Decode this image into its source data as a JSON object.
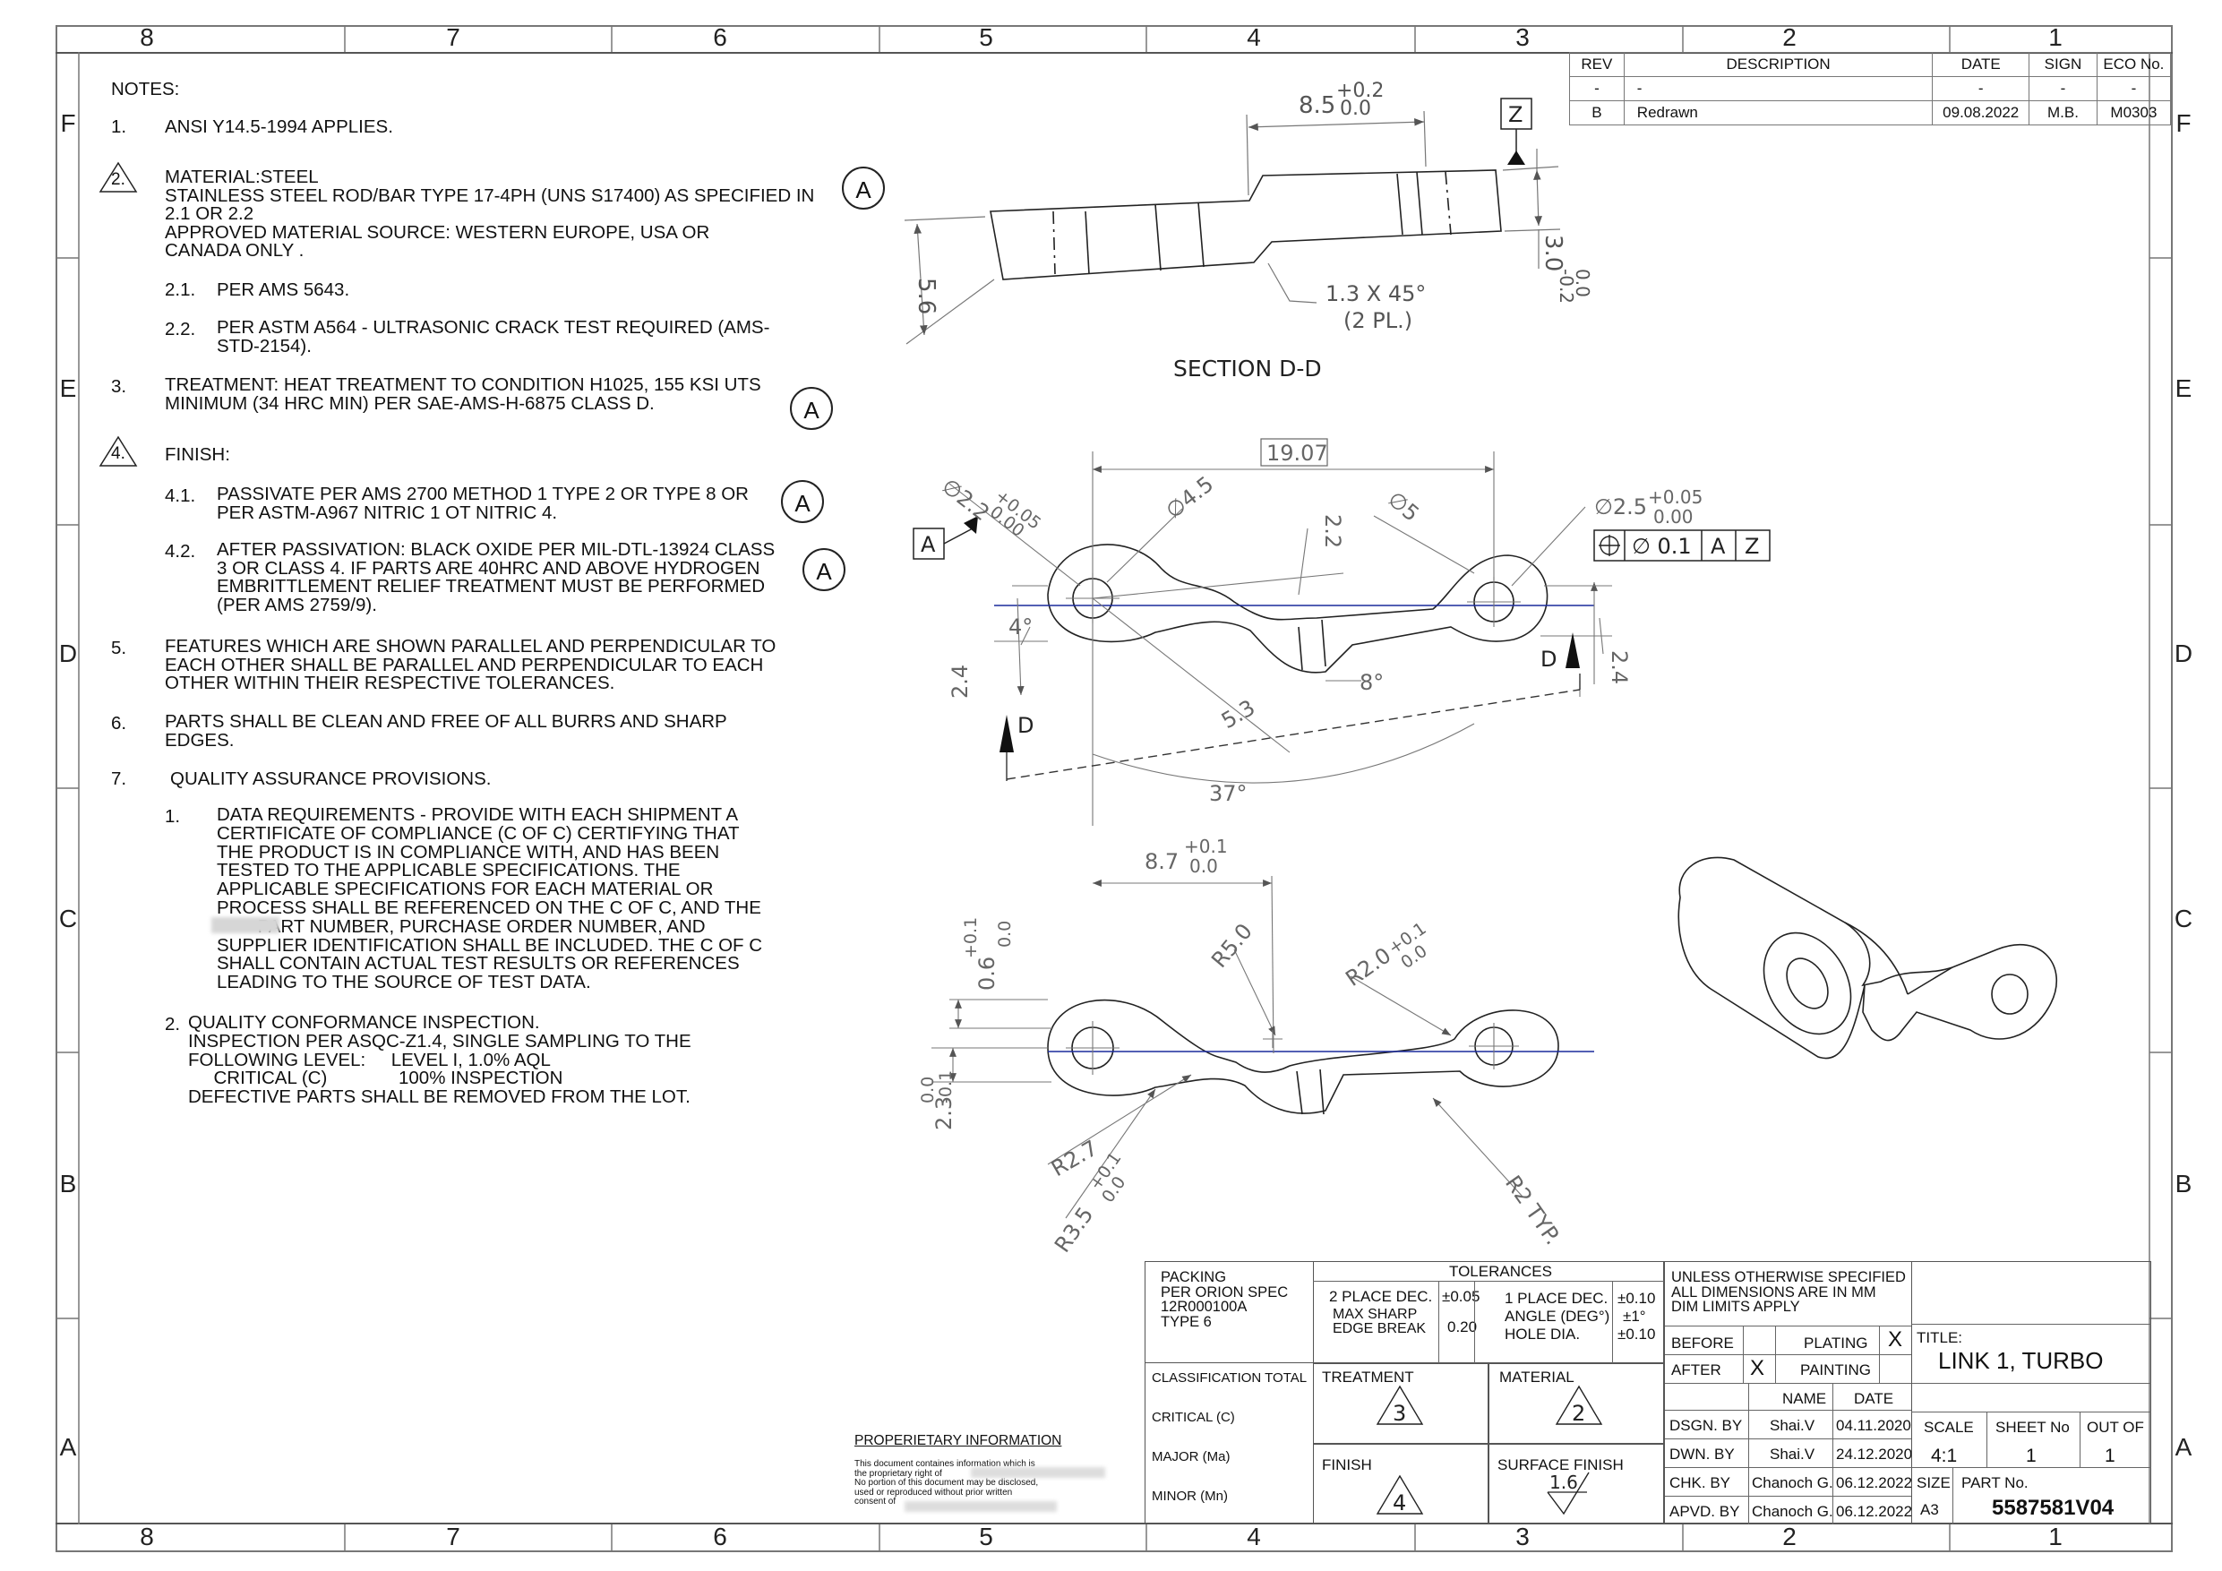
{
  "zones": {
    "columns": [
      "8",
      "7",
      "6",
      "5",
      "4",
      "3",
      "2",
      "1"
    ],
    "rows": [
      "F",
      "E",
      "D",
      "C",
      "B",
      "A"
    ]
  },
  "revision_table": {
    "headers": [
      "REV",
      "DESCRIPTION",
      "DATE",
      "SIGN",
      "ECO No."
    ],
    "rows": [
      [
        "-",
        "-",
        "-",
        "-",
        "-"
      ],
      [
        "B",
        "Redrawn",
        "09.08.2022",
        "M.B.",
        "M0303"
      ]
    ]
  },
  "notes": {
    "heading": "NOTES:",
    "n1": "1.",
    "n1_text": "ANSI Y14.5-1994 APPLIES.",
    "n2": "2.",
    "n2_text": "MATERIAL:STEEL\nSTAINLESS STEEL ROD/BAR TYPE 17-4PH (UNS S17400) AS SPECIFIED IN\n2.1 OR 2.2\nAPPROVED MATERIAL SOURCE: WESTERN EUROPE, USA OR\nCANADA ONLY .",
    "n2_1": "2.1.",
    "n2_1_text": "PER AMS 5643.",
    "n2_2": "2.2.",
    "n2_2_text": "PER ASTM A564 - ULTRASONIC CRACK TEST REQUIRED (AMS-\nSTD-2154).",
    "n3": "3.",
    "n3_text": "TREATMENT: HEAT TREATMENT TO CONDITION H1025, 155 KSI UTS\nMINIMUM (34 HRC MIN) PER SAE-AMS-H-6875 CLASS D.",
    "n4": "4.",
    "n4_text": "FINISH:",
    "n4_1": "4.1.",
    "n4_1_text": "PASSIVATE PER AMS 2700 METHOD 1 TYPE 2 OR TYPE 8 OR\nPER ASTM-A967 NITRIC 1 OT NITRIC 4.",
    "n4_2": "4.2.",
    "n4_2_text": "AFTER PASSIVATION: BLACK OXIDE PER MIL-DTL-13924 CLASS\n3 OR CLASS 4. IF PARTS ARE 40HRC AND ABOVE HYDROGEN\nEMBRITTLEMENT RELIEF TREATMENT MUST BE PERFORMED\n(PER AMS 2759/9).",
    "n5": "5.",
    "n5_text": "FEATURES WHICH ARE SHOWN PARALLEL AND PERPENDICULAR TO\nEACH OTHER SHALL BE PARALLEL AND PERPENDICULAR TO EACH\nOTHER WITHIN THEIR RESPECTIVE TOLERANCES.",
    "n6": "6.",
    "n6_text": "PARTS SHALL BE CLEAN AND FREE OF ALL BURRS AND SHARP\nEDGES.",
    "n7": "7.",
    "n7_text": "QUALITY ASSURANCE PROVISIONS.",
    "n7_1": "1.",
    "n7_1_text": "DATA REQUIREMENTS - PROVIDE WITH EACH SHIPMENT A\nCERTIFICATE OF COMPLIANCE (C OF C) CERTIFYING THAT\nTHE PRODUCT IS IN COMPLIANCE WITH, AND HAS BEEN\nTESTED TO THE APPLICABLE SPECIFICATIONS. THE\nAPPLICABLE SPECIFICATIONS FOR EACH MATERIAL OR\nPROCESS SHALL BE REFERENCED ON THE C OF C, AND THE\n        PART NUMBER, PURCHASE ORDER NUMBER, AND\nSUPPLIER IDENTIFICATION SHALL BE INCLUDED. THE C OF C\nSHALL CONTAIN ACTUAL TEST RESULTS OR REFERENCES\nLEADING TO THE SOURCE OF TEST DATA.",
    "n7_2": "2.",
    "n7_2_text": "QUALITY CONFORMANCE INSPECTION.\nINSPECTION PER ASQC-Z1.4, SINGLE SAMPLING TO THE\nFOLLOWING LEVEL:     LEVEL I, 1.0% AQL\n     CRITICAL (C)              100% INSPECTION\nDEFECTIVE PARTS SHALL BE REMOVED FROM THE LOT.",
    "rev_marker": "A"
  },
  "drawing": {
    "section_label": "SECTION D-D",
    "dims": {
      "d_85": "8.5",
      "d_85_tol_up": "+0.2",
      "d_85_tol_lo": "0.0",
      "d_56": "5.6",
      "d_30": "3.0",
      "d_30_tol_up": "0.0",
      "d_30_tol_lo": "-0.2",
      "chamfer": "1.3 X 45°",
      "chamfer_note": "(2 PL.)",
      "datum_z": "Z",
      "datum_a": "A",
      "d_1907": "19.07",
      "d_22": "∅2.2",
      "d_22_up": "+0.05",
      "d_22_lo": "0.00",
      "d_45": "∅4.5",
      "d_22b": "2.2",
      "d_5": "∅5",
      "d_25": "∅2.5",
      "d_25_up": "+0.05",
      "d_25_lo": "0.00",
      "fcf_value": "∅ 0.1",
      "fcf_a": "A",
      "fcf_z": "Z",
      "ang_4": "4°",
      "d_24": "2.4",
      "d_24b": "2.4",
      "ang_8": "8°",
      "d_53": "5.3",
      "ang_37": "37°",
      "sec_d": "D",
      "d_87": "8.7",
      "d_87_up": "+0.1",
      "d_87_lo": "0.0",
      "d_06": "0.6",
      "d_06_up": "+0.1",
      "d_06_lo": "0.0",
      "r_50": "R5.0",
      "r_20": "R2.0",
      "r_20_up": "+0.1",
      "r_20_lo": "0.0",
      "d_23": "2.3",
      "d_23_up": "0.0",
      "d_23_lo": "-0.1",
      "r_27": "R2.7",
      "r_35": "R3.5",
      "r_35_up": "+0.1",
      "r_35_lo": "0.0",
      "r_2typ": "R2 TYP."
    }
  },
  "proprietary": {
    "title": "PROPERIETARY INFORMATION",
    "l1": "This document containes information which is",
    "l2": "the proprietary right of",
    "l3": "No portion of this document may be disclosed,",
    "l4": "used or reproduced without prior written",
    "l5": "consent of"
  },
  "title_block": {
    "packing": "PACKING\nPER ORION SPEC\n12R000100A\nTYPE 6",
    "classification": "CLASSIFICATION TOTAL",
    "critical": "CRITICAL (C)",
    "major": "MAJOR (Ma)",
    "minor": "MINOR (Mn)",
    "tolerances": "TOLERANCES",
    "two_place": "2 PLACE DEC.",
    "two_place_val": "±0.05",
    "one_place": "1 PLACE DEC.",
    "one_place_val": "±0.10",
    "max_sharp": "MAX SHARP\nEDGE BREAK",
    "max_sharp_val": "0.20",
    "angle": "ANGLE (DEG°)",
    "angle_val": "±1°",
    "hole": "HOLE DIA.",
    "hole_val": "±0.10",
    "unless": "UNLESS OTHERWISE SPECIFIED\nALL DIMENSIONS ARE IN MM\nDIM LIMITS APPLY",
    "before": "BEFORE",
    "after": "AFTER",
    "plating": "PLATING",
    "painting": "PAINTING",
    "x_plating": "X",
    "x_after": "X",
    "treatment": "TREATMENT",
    "treatment_ref": "3",
    "material": "MATERIAL",
    "material_ref": "2",
    "finish": "FINISH",
    "finish_ref": "4",
    "surface_finish": "SURFACE FINISH",
    "surface_val": "1.6",
    "name": "NAME",
    "date": "DATE",
    "dsgn": "DSGN. BY",
    "dsgn_name": "Shai.V",
    "dsgn_date": "04.11.2020",
    "dwn": "DWN. BY",
    "dwn_name": "Shai.V",
    "dwn_date": "24.12.2020",
    "chk": "CHK. BY",
    "chk_name": "Chanoch G.",
    "chk_date": "06.12.2022",
    "apvd": "APVD. BY",
    "apvd_name": "Chanoch G.",
    "apvd_date": "06.12.2022",
    "title_label": "TITLE:",
    "title": "LINK 1, TURBO",
    "scale_label": "SCALE",
    "scale": "4:1",
    "sheet_label": "SHEET No",
    "sheet": "1",
    "outof_label": "OUT OF",
    "outof": "1",
    "size_label": "SIZE",
    "size": "A3",
    "partno_label": "PART No.",
    "partno": "5587581V04"
  }
}
